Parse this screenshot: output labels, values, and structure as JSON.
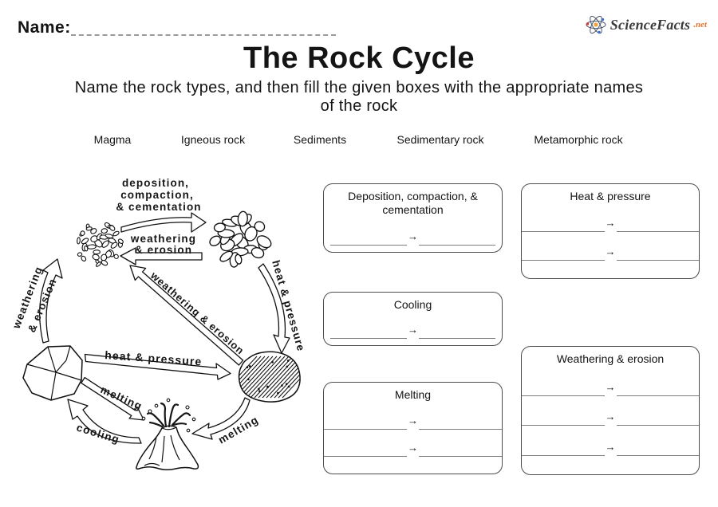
{
  "header": {
    "name_label": "Name:",
    "logo": {
      "brand": "ScienceFacts",
      "tld": ".net"
    }
  },
  "title": "The Rock Cycle",
  "subtitle_line1": "Name the rock types, and then fill the given boxes with the appropriate names",
  "subtitle_line2": "of the rock",
  "word_bank": [
    "Magma",
    "Igneous rock",
    "Sediments",
    "Sedimentary rock",
    "Metamorphic rock"
  ],
  "diagram": {
    "labels": {
      "deposition_l1": "deposition,",
      "deposition_l2": "compaction,",
      "deposition_l3": "& cementation",
      "weathering_top_l1": "weathering",
      "weathering_top_l2": "& erosion",
      "weathering_left_l1": "weathering",
      "weathering_left_l2": "& erosion",
      "heat_pressure_side": "heat & pressure",
      "weathering_diagonal": "weathering & erosion",
      "heat_pressure_mid": "heat & pressure",
      "melting_left": "melting",
      "cooling": "cooling",
      "melting_right": "melting"
    }
  },
  "arrow_glyph": "→",
  "boxes": [
    {
      "title": "Deposition, compaction, & cementation",
      "rows": 1
    },
    {
      "title": "Heat & pressure",
      "rows": 2
    },
    {
      "title": "Cooling",
      "rows": 1
    },
    {
      "title": "Melting",
      "rows": 2
    },
    {
      "title": "Weathering & erosion",
      "rows": 3
    }
  ]
}
